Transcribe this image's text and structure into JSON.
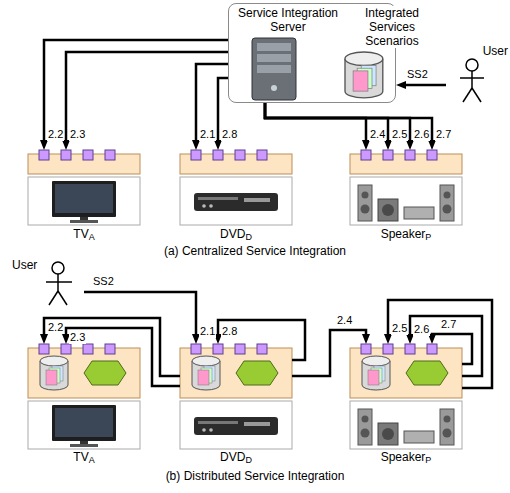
{
  "diagram": {
    "nodes": [
      {
        "text": [
          "Service Integration Server",
          "Integrated Services Scenarios"
        ]
      },
      {
        "text": [
          "User"
        ]
      },
      {
        "text": [
          "TVA"
        ]
      },
      {
        "text": [
          "DVDD"
        ]
      },
      {
        "text": [
          "SpeakerP"
        ]
      },
      {
        "text": [
          "User"
        ]
      },
      {
        "text": [
          "TVA"
        ]
      },
      {
        "text": [
          "DVDD"
        ]
      },
      {
        "text": [
          "SpeakerP"
        ]
      }
    ],
    "edges": [
      {
        "from": 1,
        "to": 0,
        "arrow": "to",
        "label": "SS2"
      },
      {
        "from": 0,
        "to": 2,
        "arrow": "to",
        "label": "2.2"
      },
      {
        "from": 0,
        "to": 2,
        "arrow": "to",
        "label": "2.3"
      },
      {
        "from": 0,
        "to": 3,
        "arrow": "to",
        "label": "2.1"
      },
      {
        "from": 0,
        "to": 3,
        "arrow": "to",
        "label": "2.8"
      },
      {
        "from": 0,
        "to": 4,
        "arrow": "to",
        "label": "2.4"
      },
      {
        "from": 0,
        "to": 4,
        "arrow": "to",
        "label": "2.5"
      },
      {
        "from": 0,
        "to": 4,
        "arrow": "to",
        "label": "2.6"
      },
      {
        "from": 0,
        "to": 4,
        "arrow": "to",
        "label": "2.7"
      },
      {
        "from": 5,
        "to": 7,
        "arrow": "to",
        "label": "SS2"
      },
      {
        "from": 7,
        "to": 6,
        "arrow": "to",
        "label": "2.2"
      },
      {
        "from": 7,
        "to": 6,
        "arrow": "to",
        "label": "2.3"
      },
      {
        "from": 7,
        "to": 8,
        "arrow": "to",
        "label": "2.4"
      }
    ],
    "labels": [
      "(a) Centralized Service Integration",
      "2.1",
      "2.8",
      "2.5",
      "2.6",
      "2.7",
      "(b) Distributed Service Integration"
    ]
  }
}
